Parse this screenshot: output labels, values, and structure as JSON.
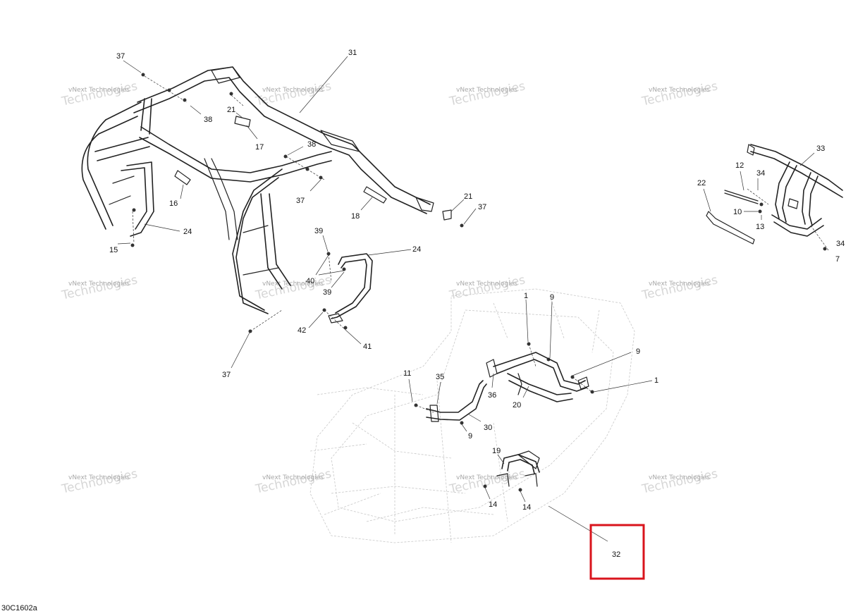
{
  "figure_code": "30C1602a",
  "watermark": {
    "line1": "vNext Technologies",
    "line2": "Technologies"
  },
  "highlight_color": "#d9141c",
  "callouts": {
    "c37a": "37",
    "c31": "31",
    "c38a": "38",
    "c21a": "21",
    "c17": "17",
    "c38b": "38",
    "c37b": "37",
    "c16": "16",
    "c15": "15",
    "c24a": "24",
    "c18": "18",
    "c21b": "21",
    "c37c": "37",
    "c39a": "39",
    "c24b": "24",
    "c40": "40",
    "c39b": "39",
    "c42": "42",
    "c41": "41",
    "c37d": "37",
    "c33": "33",
    "c22": "22",
    "c12": "12",
    "c34a": "34",
    "c10": "10",
    "c13": "13",
    "c34b": "34",
    "c7": "7",
    "c1a": "1",
    "c9a": "9",
    "c9b": "9",
    "c1b": "1",
    "c11": "11",
    "c35": "35",
    "c36": "36",
    "c20": "20",
    "c30": "30",
    "c9c": "9",
    "c19": "19",
    "c14a": "14",
    "c14b": "14",
    "c32": "32"
  }
}
